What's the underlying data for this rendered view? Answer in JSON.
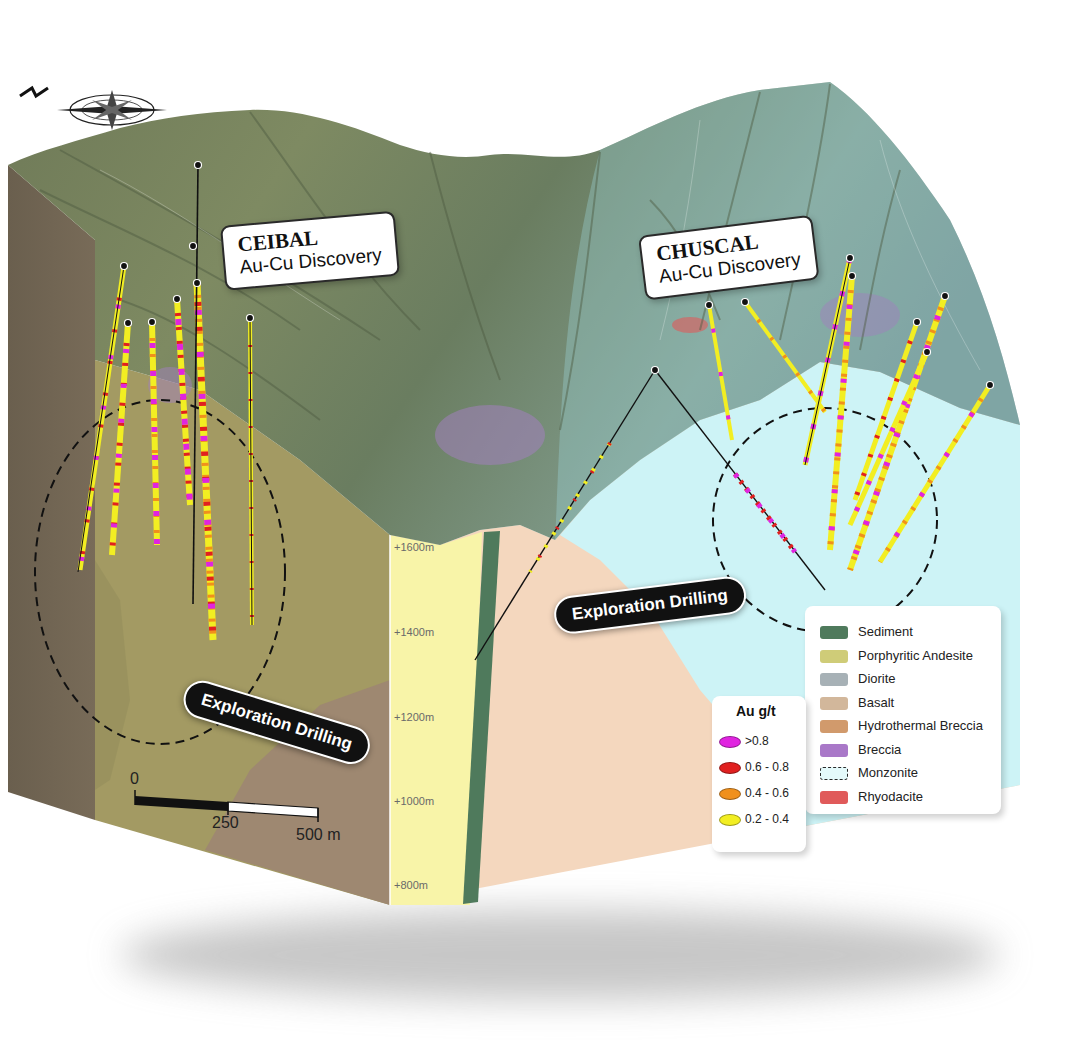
{
  "diagram": {
    "nodes": [
      {
        "text": [
          "CEIBAL",
          "Au-Cu Discovery"
        ]
      },
      {
        "text": [
          "CHUSCAL",
          "Au-Cu Discovery"
        ]
      },
      {
        "text": [
          "Exploration Drilling"
        ]
      },
      {
        "text": [
          "Exploration Drilling"
        ]
      }
    ],
    "labels": [
      "+1600m",
      "+1400m",
      "+1200m",
      "+1000m",
      "+800m",
      "Au g/t",
      "0",
      "250",
      "500 m"
    ],
    "legend": [
      {
        "text": "Sediment",
        "color": "#4f7a5c"
      },
      {
        "text": "Porphyritic Andesite",
        "color": "#cfcc78"
      },
      {
        "text": "Diorite",
        "color": "#a7b1b6"
      },
      {
        "text": "Basalt",
        "color": "#d2b79b"
      },
      {
        "text": "Hydrothermal Breccia",
        "color": "#d19a6c"
      },
      {
        "text": "Breccia",
        "color": "#a978c8"
      },
      {
        "text": "Monzonite"
      },
      {
        "text": "Rhyodacite",
        "color": "#e05a5a"
      },
      {
        "text": ">0.8",
        "color": "#e024e0"
      },
      {
        "text": "0.6 - 0.8",
        "color": "#e02020"
      },
      {
        "text": "0.4 - 0.6",
        "color": "#f0901c"
      },
      {
        "text": "0.2 - 0.4",
        "color": "#f2ee22"
      }
    ]
  }
}
